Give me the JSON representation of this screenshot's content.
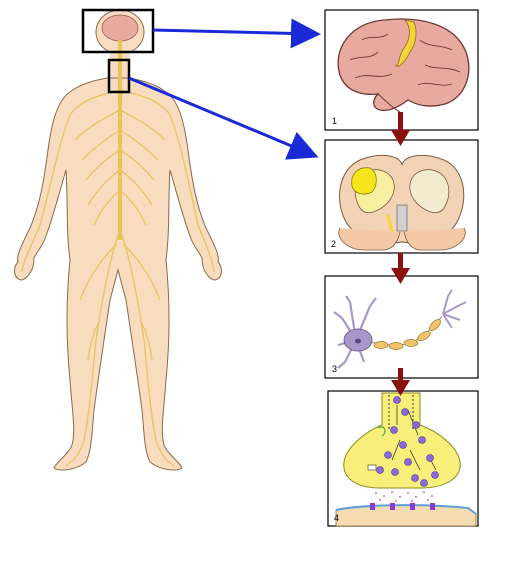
{
  "panels": [
    {
      "number": "1"
    },
    {
      "number": "2"
    },
    {
      "number": "3"
    },
    {
      "number": "4"
    }
  ],
  "colors": {
    "skin": "#f7dcc0",
    "skin_outline": "#8a6a4a",
    "nerve": "#e8c45a",
    "brain": "#e8a9a0",
    "brain_outline": "#6b3a32",
    "highlight": "#f5d33a",
    "neuron": "#a898c8",
    "axon": "#f2c36a",
    "synapse_yellow": "#f8ee7a",
    "vesicle": "#8a6ad8",
    "membrane_top": "#5aa0d8",
    "blue_arrow": "#1a2ad8",
    "red_arrow": "#8b1010"
  }
}
